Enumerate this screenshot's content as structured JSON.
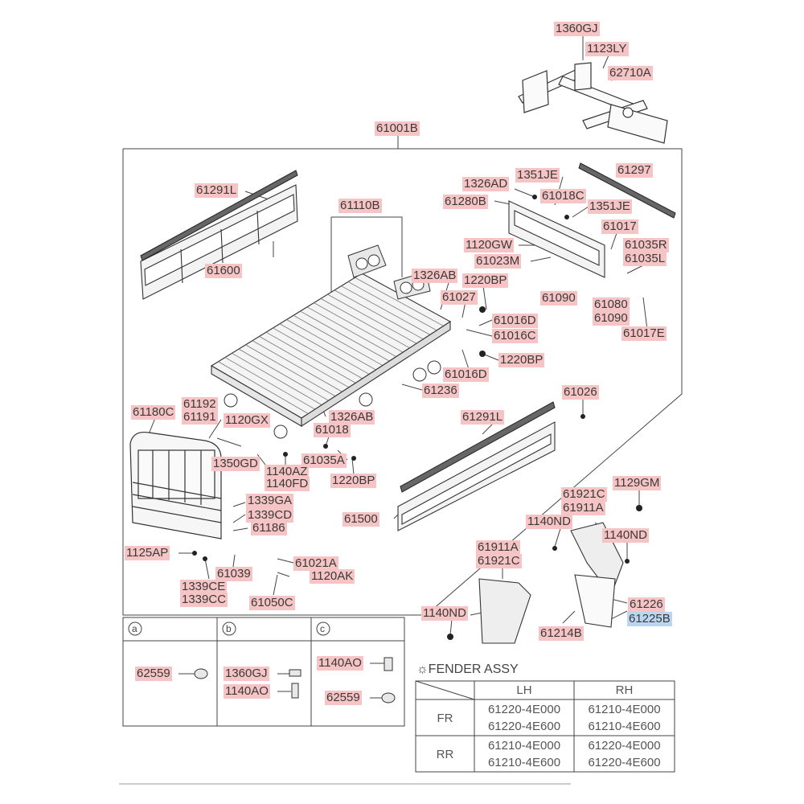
{
  "callouts": {
    "c1360GJ_top": "1360GJ",
    "c1123LY": "1123LY",
    "c62710A": "62710A",
    "c61001B": "61001B",
    "c61297": "61297",
    "c1326AD": "1326AD",
    "c1351JE_a": "1351JE",
    "c61291L_top": "61291L",
    "c61110B": "61110B",
    "c61018C": "61018C",
    "c61280B": "61280B",
    "c1351JE_b": "1351JE",
    "c61017": "61017",
    "c1120GW": "1120GW",
    "c61035R": "61035R",
    "c61035L_a": "61035L",
    "c61023M": "61023M",
    "c61600": "61600",
    "c1326AB_a": "1326AB",
    "c1220BP_a": "1220BP",
    "c61090_a": "61090",
    "c61027": "61027",
    "c61080": "61080",
    "c61090_b": "61090",
    "c61016D_a": "61016D",
    "c61016C": "61016C",
    "c61017E": "61017E",
    "c1220BP_b": "1220BP",
    "c61016D_b": "61016D",
    "c61236": "61236",
    "c61026": "61026",
    "c61192": "61192",
    "c61180C": "61180C",
    "c61191": "61191",
    "c1120GX": "1120GX",
    "c1326AB_b": "1326AB",
    "c61291L_mid": "61291L",
    "c61018": "61018",
    "c1350GD": "1350GD",
    "c61035A": "61035A",
    "c1140AZ": "1140AZ",
    "c1140FD": "1140FD",
    "c1220BP_c": "1220BP",
    "c1129GM": "1129GM",
    "c61921C_a": "61921C",
    "c1339GA": "1339GA",
    "c61911A_a": "61911A",
    "c1339CD": "1339CD",
    "c61500": "61500",
    "c61186": "61186",
    "c1140ND_a": "1140ND",
    "c1140ND_b": "1140ND",
    "c61911A_b": "61911A",
    "c1125AP": "1125AP",
    "c61921C_b": "61921C",
    "c61021A": "61021A",
    "c61039": "61039",
    "c1120AK": "1120AK",
    "c1339CE": "1339CE",
    "c1339CC": "1339CC",
    "c61050C": "61050C",
    "c61226": "61226",
    "c1140ND_c": "1140ND",
    "c61225B": "61225B",
    "c61214B": "61214B",
    "c62559_a": "62559",
    "c1360GJ_b": "1360GJ",
    "c1140AO_b": "1140AO",
    "c1140AO_c": "1140AO",
    "c62559_c": "62559"
  },
  "legend_boxes": {
    "a": "a",
    "b": "b",
    "c": "c"
  },
  "fender_table": {
    "title": "FENDER ASSY",
    "col_lh": "LH",
    "col_rh": "RH",
    "row_fr": "FR",
    "row_rr": "RR",
    "fr_lh_1": "61220-4E000",
    "fr_lh_2": "61220-4E600",
    "fr_rh_1": "61210-4E000",
    "fr_rh_2": "61210-4E600",
    "rr_lh_1": "61210-4E000",
    "rr_lh_2": "61210-4E600",
    "rr_rh_1": "61220-4E000",
    "rr_rh_2": "61220-4E600"
  },
  "colors": {
    "callout_bg": "#f6c4c4",
    "callout_highlight": "#bcd6f2",
    "line": "#333333"
  }
}
